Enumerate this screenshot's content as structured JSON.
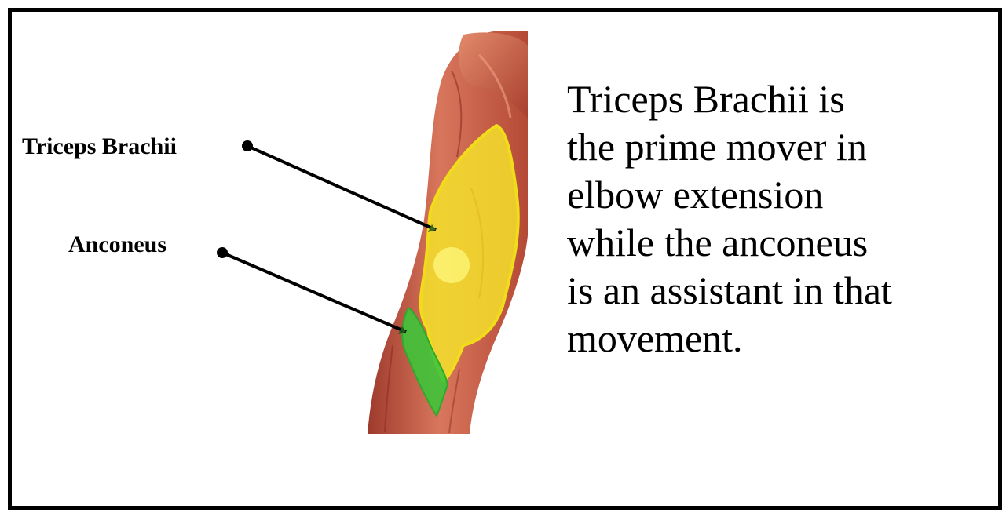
{
  "labels": {
    "triceps": "Triceps Brachii",
    "anconeus": "Anconeus"
  },
  "description": {
    "lines": [
      "Triceps Brachii is",
      "the prime mover in",
      "elbow extension",
      "while the anconeus",
      "is an assistant in that",
      "movement."
    ]
  },
  "colors": {
    "triceps_highlight": "#f5e52a",
    "anconeus_highlight": "#3ec43a",
    "muscle": "#c8553f"
  }
}
